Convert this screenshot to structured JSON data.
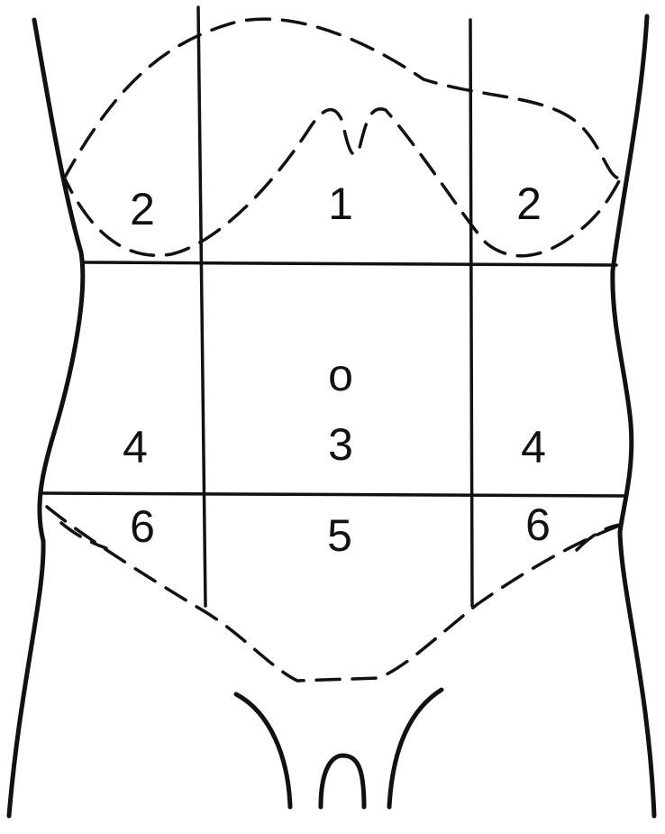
{
  "diagram": {
    "type": "abdominal-regions",
    "regions": [
      {
        "id": "epigastric",
        "label": "1"
      },
      {
        "id": "left-hypochondriac",
        "label": "2"
      },
      {
        "id": "right-hypochondriac",
        "label": "2"
      },
      {
        "id": "umbilical",
        "label": "3"
      },
      {
        "id": "left-lumbar",
        "label": "4"
      },
      {
        "id": "right-lumbar",
        "label": "4"
      },
      {
        "id": "hypogastric",
        "label": "5"
      },
      {
        "id": "left-iliac",
        "label": "6"
      },
      {
        "id": "right-iliac",
        "label": "6"
      }
    ],
    "umbilicus_mark": "o",
    "colors": {
      "ink": "#111111",
      "background": "#ffffff"
    }
  }
}
